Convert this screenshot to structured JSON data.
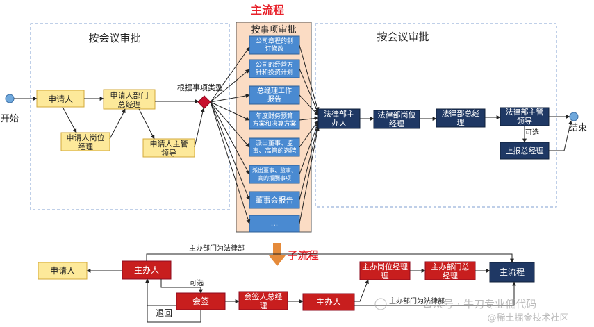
{
  "title": "主流程",
  "sub_title": "子流程",
  "zones": {
    "left_label": "按会议审批",
    "center_label": "按事项审批",
    "right_label": "按会议审批"
  },
  "main": {
    "start_label": "开始",
    "end_label": "结束",
    "applicant": "申请人",
    "dept_head": "申请人部门总经理",
    "position_mgr": "申请人岗位经理",
    "supervisor": "申请人主管领导",
    "decision_label": "根据事项类型",
    "legal_owner": "法律部主办人",
    "legal_position_mgr": "法律部岗位经理",
    "legal_gm": "法律部总经理",
    "legal_leader": "法律部主管领导",
    "optional": "可选",
    "report_gm": "上报总经理"
  },
  "matters": [
    "公司章程的制订修改",
    "公司的经营方针和投资计划",
    "总经理工作报告",
    "年度财务预算方案和决算方案",
    "派出董事、监事、高管的选聘",
    "派出董事、监事、高的报酬事项",
    "董事会报告",
    "..."
  ],
  "sub": {
    "applicant": "申请人",
    "owner": "主办人",
    "legal_owner_label": "主办部门为法律部",
    "optional": "可选",
    "countersign": "会签",
    "countersign_gm": "会签人总经理",
    "owner2": "主办人",
    "owner_position_mgr": "主办岗位经理",
    "owner_dept_gm": "主办部门总经理",
    "main_flow": "主流程",
    "return": "退回",
    "non_legal_label": "主办部门为法律部"
  },
  "watermark": {
    "line1": "公众号 · 牛刀专业低代码",
    "line2": "@稀土掘金技术社区"
  },
  "colors": {
    "accent_red": "#e8212a",
    "yellow_fill": "#fde99a",
    "yellow_stroke": "#d3a93a",
    "navy": "#1f3864",
    "blue_box": "#4a8ad1",
    "peach_panel": "#fbdcc4",
    "dashed_border": "#7f9fd0",
    "sub_red": "#c81e1e",
    "sub_arrow": "#e58a3a"
  }
}
